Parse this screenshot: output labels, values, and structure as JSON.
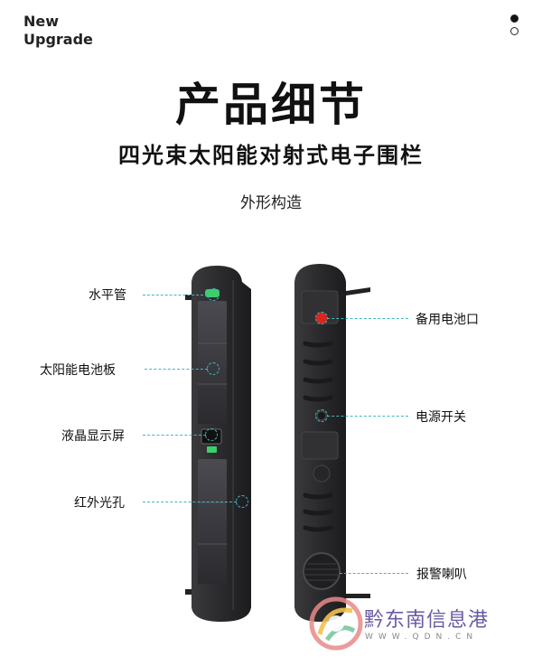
{
  "brand": {
    "line1": "New",
    "line2": "Upgrade"
  },
  "page": {
    "title": "产品细节",
    "subtitle": "四光束太阳能对射式电子围栏",
    "section": "外形构造"
  },
  "callouts": {
    "left": [
      "水平管",
      "太阳能电池板",
      "液晶显示屏",
      "红外光孔"
    ],
    "right": [
      "备用电池口",
      "电源开关",
      "报警喇叭"
    ]
  },
  "watermark": {
    "name": "黔东南信息港",
    "url": "WWW.QDN.CN"
  },
  "colors": {
    "accent": "#3fb7bd",
    "device": "#2b2b2d",
    "battery": "#e0231c",
    "level": "#3ccf6a"
  }
}
